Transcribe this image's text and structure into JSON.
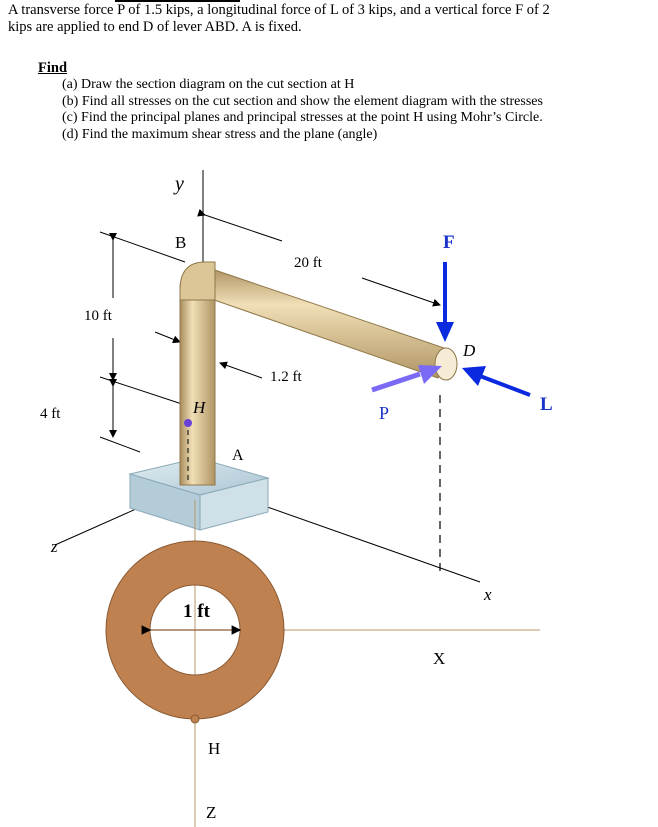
{
  "problem": {
    "intro_line1": "A transverse force P of 1.5 kips, a longitudinal force of L of 3 kips, and a vertical force F of 2",
    "intro_line2": "kips are applied to end D of lever ABD. A is fixed."
  },
  "find": {
    "title": "Find",
    "tasks": [
      "(a) Draw the section diagram on the cut section at H",
      "(b) Find all stresses on the cut section and show the element diagram with the stresses",
      "(c) Find the principal planes and principal stresses at the point H using Mohr’s Circle.",
      "(d) Find the maximum shear stress and the plane (angle)"
    ]
  },
  "figure": {
    "axis_y": "y",
    "axis_x": "x",
    "axis_z": "z",
    "point_b": "B",
    "point_d": "D",
    "point_h": "H",
    "point_a": "A",
    "force_f": "F",
    "force_p": "P",
    "force_l": "L",
    "dim_20ft": "20 ft",
    "dim_10ft": "10 ft",
    "dim_4ft": "4 ft",
    "dim_1_2ft": "1.2 ft",
    "section_dim": "1 ft",
    "section_h": "H",
    "section_x": "X",
    "section_z": "Z",
    "colors": {
      "rod": "#d9c08f",
      "rod_edge": "#9b8355",
      "block": "#c4d8e2",
      "ring": "#bf8150",
      "arrow_blue": "#0b2ae0",
      "force_label_blue": "#1a33c8",
      "p_arrow": "#7a6af5"
    }
  }
}
